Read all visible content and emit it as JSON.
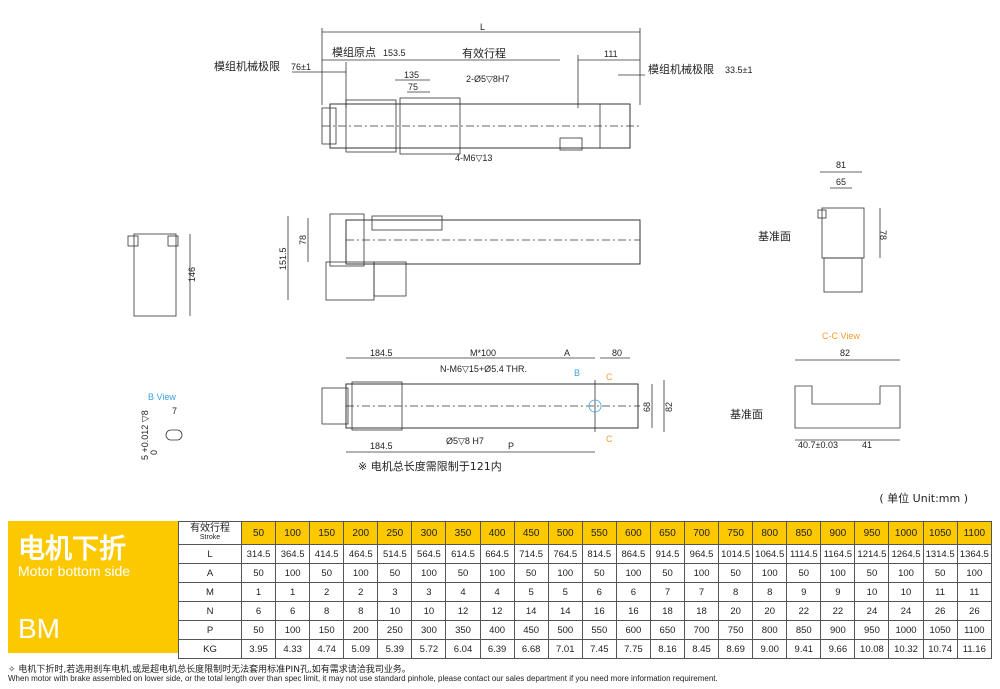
{
  "drawing": {
    "L": "L",
    "mech_limit_left": "模组机械极限",
    "mech_limit_left_val": "76±1",
    "origin": "模组原点",
    "origin_val": "153.5",
    "effective_stroke": "有效行程",
    "d111": "111",
    "mech_limit_right": "模组机械极限",
    "mech_limit_right_val": "33.5±1",
    "d135": "135",
    "d75": "75",
    "pin": "2-Ø5▽8H7",
    "m6": "4-M6▽13",
    "d151_5": "151.5",
    "d78": "78",
    "d146": "146",
    "d81": "81",
    "d65": "65",
    "d78b": "78",
    "datum": "基准面",
    "cc_view": "C-C View",
    "d82": "82",
    "datum2": "基准面",
    "d40_7": "40.7±0.03",
    "d41": "41",
    "d184_5": "184.5",
    "m100": "M*100",
    "A": "A",
    "d80": "80",
    "thr": "N-M6▽15+Ø5.4 THR.",
    "B": "B",
    "C": "C",
    "C2": "C",
    "d68": "68",
    "d82b": "82",
    "d184_5b": "184.5",
    "pin2": "Ø5▽8 H7",
    "P": "P",
    "note_len": "※ 电机总长度需限制于121内",
    "b_view": "B View",
    "d7": "7",
    "tol": "5 +0.012 ▽8",
    "tol0": "0"
  },
  "unit": "( 单位 Unit:mm )",
  "side": {
    "title_cn": "电机下折",
    "title_en": "Motor bottom side",
    "code": "BM"
  },
  "table": {
    "header_cn": "有效行程",
    "header_en": "Stroke",
    "strokes": [
      "50",
      "100",
      "150",
      "200",
      "250",
      "300",
      "350",
      "400",
      "450",
      "500",
      "550",
      "600",
      "650",
      "700",
      "750",
      "800",
      "850",
      "900",
      "950",
      "1000",
      "1050",
      "1100"
    ],
    "rows": [
      {
        "label": "L",
        "values": [
          "314.5",
          "364.5",
          "414.5",
          "464.5",
          "514.5",
          "564.5",
          "614.5",
          "664.5",
          "714.5",
          "764.5",
          "814.5",
          "864.5",
          "914.5",
          "964.5",
          "1014.5",
          "1064.5",
          "1114.5",
          "1164.5",
          "1214.5",
          "1264.5",
          "1314.5",
          "1364.5"
        ]
      },
      {
        "label": "A",
        "values": [
          "50",
          "100",
          "50",
          "100",
          "50",
          "100",
          "50",
          "100",
          "50",
          "100",
          "50",
          "100",
          "50",
          "100",
          "50",
          "100",
          "50",
          "100",
          "50",
          "100",
          "50",
          "100"
        ]
      },
      {
        "label": "M",
        "values": [
          "1",
          "1",
          "2",
          "2",
          "3",
          "3",
          "4",
          "4",
          "5",
          "5",
          "6",
          "6",
          "7",
          "7",
          "8",
          "8",
          "9",
          "9",
          "10",
          "10",
          "11",
          "11"
        ]
      },
      {
        "label": "N",
        "values": [
          "6",
          "6",
          "8",
          "8",
          "10",
          "10",
          "12",
          "12",
          "14",
          "14",
          "16",
          "16",
          "18",
          "18",
          "20",
          "20",
          "22",
          "22",
          "24",
          "24",
          "26",
          "26"
        ]
      },
      {
        "label": "P",
        "values": [
          "50",
          "100",
          "150",
          "200",
          "250",
          "300",
          "350",
          "400",
          "450",
          "500",
          "550",
          "600",
          "650",
          "700",
          "750",
          "800",
          "850",
          "900",
          "950",
          "1000",
          "1050",
          "1100"
        ]
      },
      {
        "label": "KG",
        "values": [
          "3.95",
          "4.33",
          "4.74",
          "5.09",
          "5.39",
          "5.72",
          "6.04",
          "6.39",
          "6.68",
          "7.01",
          "7.45",
          "7.75",
          "8.16",
          "8.45",
          "8.69",
          "9.00",
          "9.41",
          "9.66",
          "10.08",
          "10.32",
          "10.74",
          "11.16"
        ]
      }
    ]
  },
  "notes": {
    "cn": "✧ 电机下折时,若选用刹车电机,或是超电机总长度限制时无法套用标准PIN孔,如有需求请洽我司业务。",
    "en": "When motor with brake assembled on lower side, or the total length over than spec limit, it may not use standard pinhole, please contact our sales department if you need more information requirement."
  }
}
